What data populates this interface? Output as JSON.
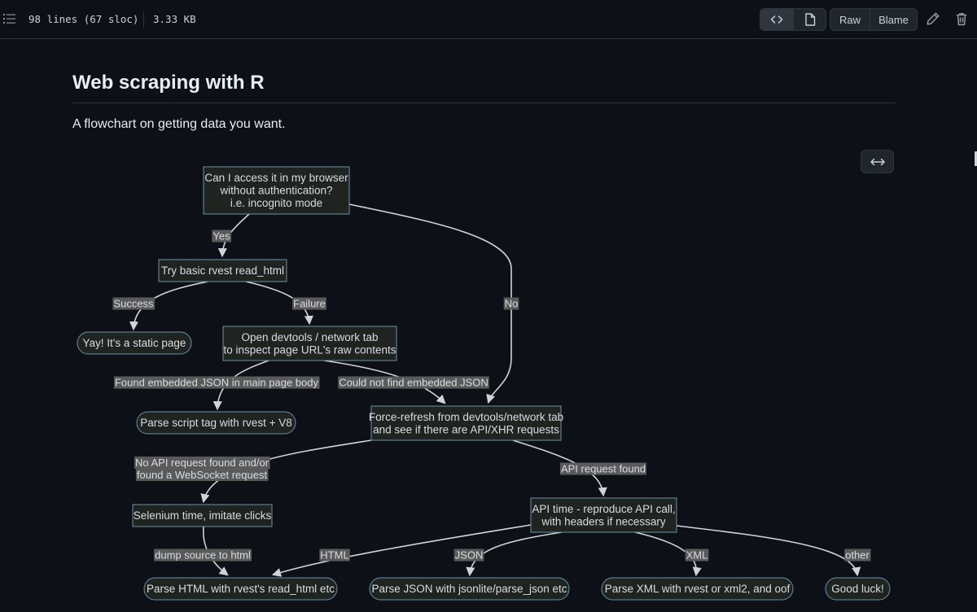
{
  "toolbar": {
    "lines_info": "98 lines (67 sloc)",
    "size_info": "3.33 KB",
    "raw_label": "Raw",
    "blame_label": "Blame"
  },
  "doc": {
    "title": "Web scraping with R",
    "subtitle": "A flowchart on getting data you want."
  },
  "flowchart": {
    "nodes": [
      {
        "id": "access",
        "shape": "rect",
        "lines": [
          "Can I access it in my browser",
          "without authentication?",
          "i.e. incognito mode"
        ]
      },
      {
        "id": "rvest",
        "shape": "rect",
        "lines": [
          "Try basic rvest read_html"
        ]
      },
      {
        "id": "static",
        "shape": "round",
        "lines": [
          "Yay! It's a static page"
        ]
      },
      {
        "id": "devtools",
        "shape": "rect",
        "lines": [
          "Open devtools / network tab",
          "to inspect page URL's raw contents"
        ]
      },
      {
        "id": "script",
        "shape": "round",
        "lines": [
          "Parse script tag with rvest + V8"
        ]
      },
      {
        "id": "refresh",
        "shape": "rect",
        "lines": [
          "Force-refresh from devtools/network tab",
          "and see if there are API/XHR requests"
        ]
      },
      {
        "id": "selenium",
        "shape": "rect",
        "lines": [
          "Selenium time, imitate clicks"
        ]
      },
      {
        "id": "api",
        "shape": "rect",
        "lines": [
          "API time - reproduce API call,",
          "with headers if necessary"
        ]
      },
      {
        "id": "html",
        "shape": "round",
        "lines": [
          "Parse HTML with rvest's read_html etc"
        ]
      },
      {
        "id": "json",
        "shape": "round",
        "lines": [
          "Parse JSON with jsonlite/parse_json etc"
        ]
      },
      {
        "id": "xml",
        "shape": "round",
        "lines": [
          "Parse XML with rvest or xml2, and oof"
        ]
      },
      {
        "id": "luck",
        "shape": "round",
        "lines": [
          "Good luck!"
        ]
      }
    ],
    "edges": [
      {
        "from": "access",
        "to": "rvest",
        "label": [
          "Yes"
        ]
      },
      {
        "from": "access",
        "to": "refresh",
        "label": [
          "No"
        ]
      },
      {
        "from": "rvest",
        "to": "static",
        "label": [
          "Success"
        ]
      },
      {
        "from": "rvest",
        "to": "devtools",
        "label": [
          "Failure"
        ]
      },
      {
        "from": "devtools",
        "to": "script",
        "label": [
          "Found embedded JSON in main page body"
        ]
      },
      {
        "from": "devtools",
        "to": "refresh",
        "label": [
          "Could not find embedded JSON"
        ]
      },
      {
        "from": "refresh",
        "to": "selenium",
        "label": [
          "No API request found and/or",
          "found a WebSocket request"
        ]
      },
      {
        "from": "refresh",
        "to": "api",
        "label": [
          "API request found"
        ]
      },
      {
        "from": "selenium",
        "to": "html",
        "label": [
          "dump source to html"
        ]
      },
      {
        "from": "api",
        "to": "html",
        "label": [
          "HTML"
        ]
      },
      {
        "from": "api",
        "to": "json",
        "label": [
          "JSON"
        ]
      },
      {
        "from": "api",
        "to": "xml",
        "label": [
          "XML"
        ]
      },
      {
        "from": "api",
        "to": "luck",
        "label": [
          "other"
        ]
      }
    ]
  }
}
